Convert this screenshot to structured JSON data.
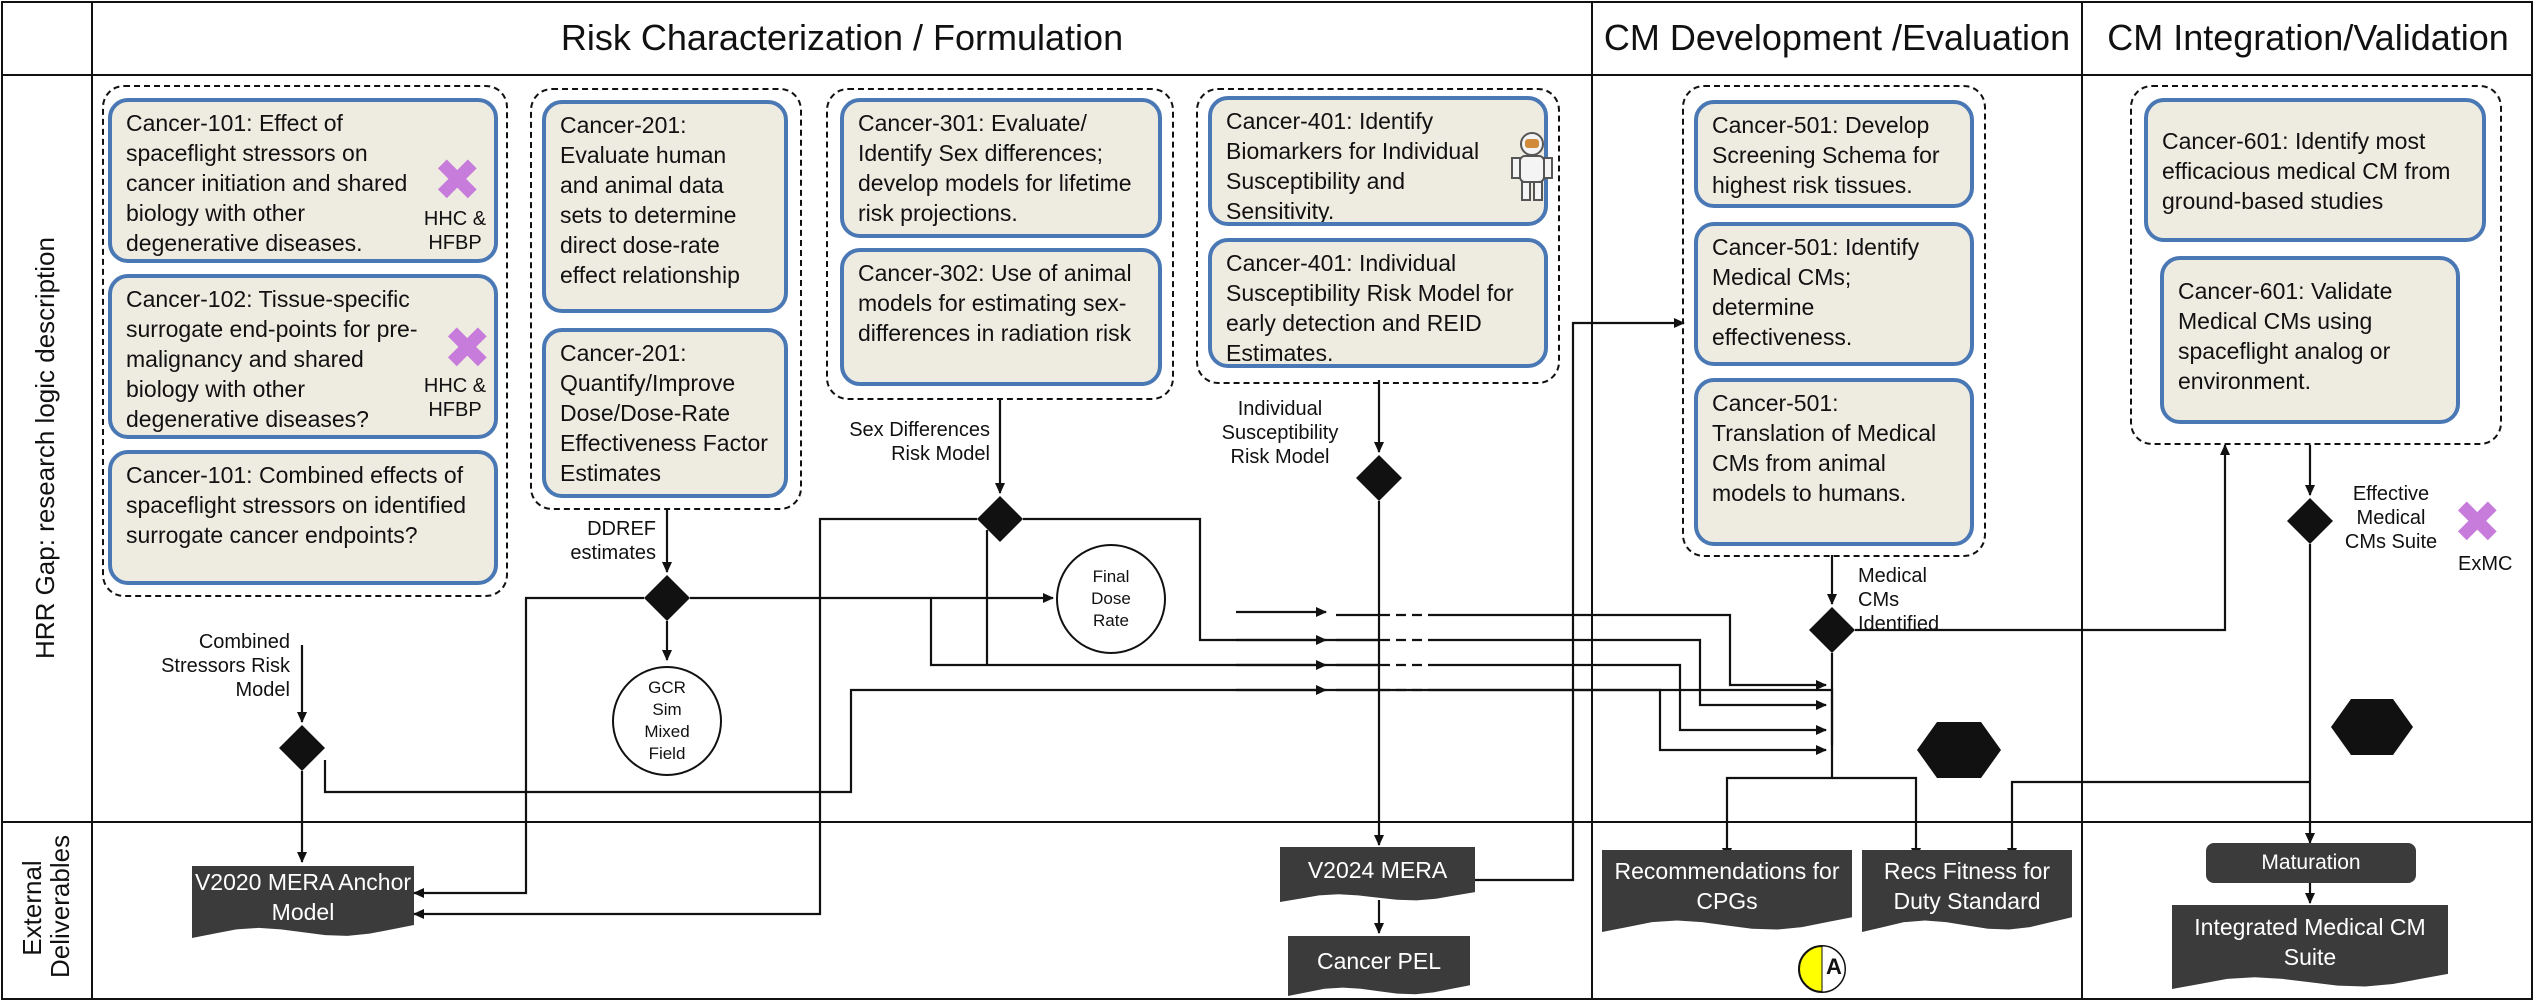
{
  "headers": {
    "risk": "Risk Characterization / Formulation",
    "cm_dev": "CM Development /Evaluation",
    "cm_int": "CM Integration/Validation"
  },
  "rows": {
    "gap": "HRR Gap: research logic description",
    "deliverables_1": "External",
    "deliverables_2": "Deliverables"
  },
  "tasks": {
    "c101a": "Cancer-101: Effect of spaceflight stressors on cancer initiation and shared biology with other degenerative diseases.",
    "c102": "Cancer-102: Tissue-specific surrogate end-points for pre-malignancy and shared biology with other degenerative diseases?",
    "c101b": "Cancer-101: Combined effects of spaceflight stressors on identified surrogate cancer endpoints?",
    "c201a": "Cancer-201: Evaluate human and animal data sets to determine direct dose-rate effect relationship",
    "c201b": "Cancer-201: Quantify/Improve Dose/Dose-Rate Effectiveness Factor Estimates",
    "c301": "Cancer-301: Evaluate/ Identify Sex differences; develop models for lifetime risk projections.",
    "c302": "Cancer-302: Use of animal models for estimating sex-differences in radiation risk",
    "c401a": "Cancer-401: Identify Biomarkers for Individual Susceptibility and Sensitivity.",
    "c401b": "Cancer-401: Individual Susceptibility Risk Model for early detection and REID Estimates.",
    "c501a": "Cancer-501: Develop Screening Schema for highest risk tissues.",
    "c501b": "Cancer-501: Identify Medical CMs; determine effectiveness.",
    "c501c": "Cancer-501: Translation of Medical CMs from animal models to humans.",
    "c601a": "Cancer-601: Identify most efficacious medical CM from ground-based studies",
    "c601b": "Cancer-601: Validate Medical CMs using spaceflight analog or environment."
  },
  "labels": {
    "hhc1": "HHC &",
    "hfbp1": "HFBP",
    "hhc2": "HHC &",
    "hfbp2": "HFBP",
    "combined": "Combined Stressors Risk Model",
    "ddref": "DDREF estimates",
    "sex": "Sex Differences Risk Model",
    "individual": "Individual Susceptibility Risk Model",
    "medcms": "Medical CMs Identified",
    "effective": "Effective Medical CMs Suite",
    "exmc": "ExMC",
    "final_dose": "Final Dose Rate",
    "gcr": "GCR Sim Mixed Field"
  },
  "deliverables": {
    "v2020": "V2020 MERA Anchor Model",
    "v2024": "V2024 MERA",
    "pel": "Cancer PEL",
    "cpg": "Recommendations for CPGs",
    "fitness": "Recs Fitness for Duty Standard",
    "maturation": "Maturation",
    "suite": "Integrated Medical CM Suite"
  },
  "badge": {
    "letter": "A"
  },
  "colors": {
    "box_fill": "#eeebe1",
    "box_border": "#4a78b5",
    "deliverable": "#3b3b3b",
    "xmark": "#c77bdb",
    "badge": "#ffff00"
  },
  "icons": [
    "x-mark-icon",
    "astronaut-icon",
    "hexagon-icon",
    "diamond-decision-icon",
    "partial-badge-icon"
  ]
}
